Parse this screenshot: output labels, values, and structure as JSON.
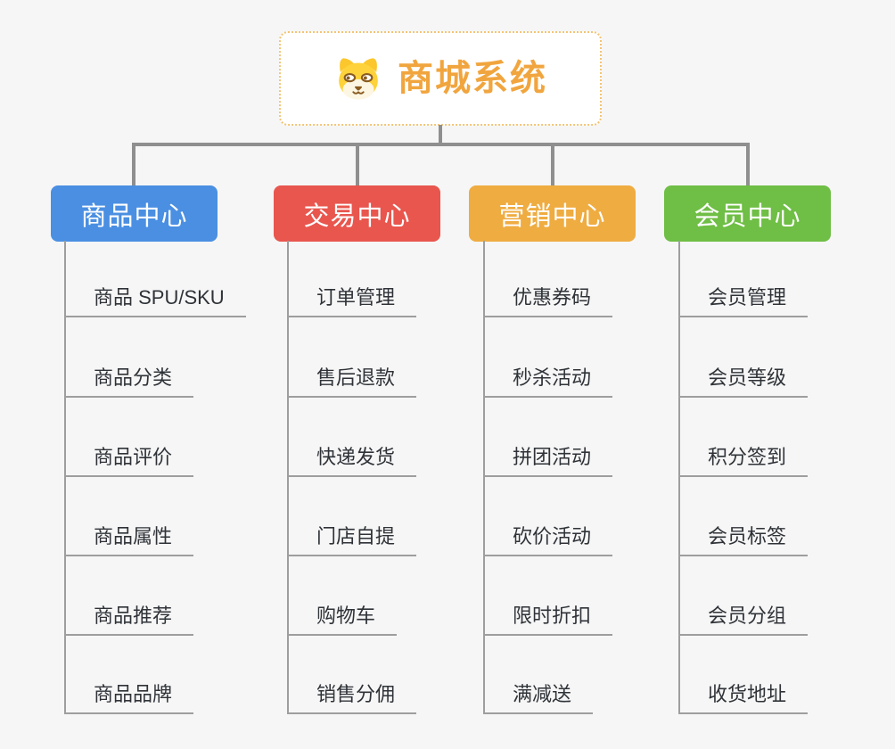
{
  "root": {
    "title": "商城系统",
    "icon": "shiba-dog-icon",
    "title_color": "#f1a53e",
    "border_color": "#f3c476"
  },
  "branches": [
    {
      "label": "商品中心",
      "color": "#4a8fe2",
      "items": [
        "商品 SPU/SKU",
        "商品分类",
        "商品评价",
        "商品属性",
        "商品推荐",
        "商品品牌"
      ]
    },
    {
      "label": "交易中心",
      "color": "#e8564e",
      "items": [
        "订单管理",
        "售后退款",
        "快递发货",
        "门店自提",
        "购物车",
        "销售分佣"
      ]
    },
    {
      "label": "营销中心",
      "color": "#efac41",
      "items": [
        "优惠券码",
        "秒杀活动",
        "拼团活动",
        "砍价活动",
        "限时折扣",
        "满减送"
      ]
    },
    {
      "label": "会员中心",
      "color": "#6fbe45",
      "items": [
        "会员管理",
        "会员等级",
        "积分签到",
        "会员标签",
        "会员分组",
        "收货地址"
      ]
    }
  ],
  "colors": {
    "connector": "#8f8f8f",
    "leaf_line": "#9e9e9e",
    "leaf_text": "#2f3338",
    "background": "#f6f6f6"
  }
}
